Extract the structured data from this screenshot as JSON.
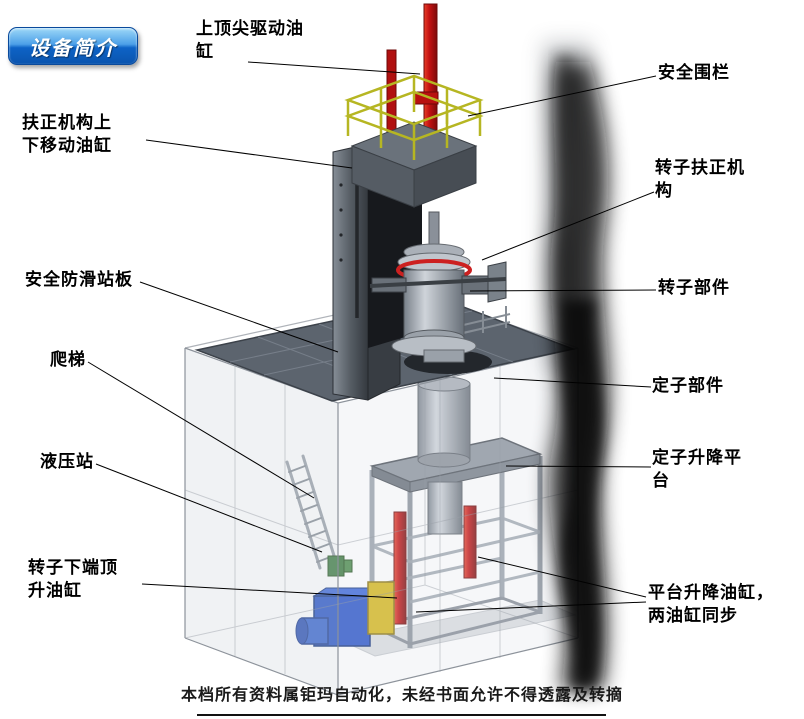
{
  "slide": {
    "title_badge": "设备简介",
    "footer": "本档所有资料属钜玛自动化，未经书面允许不得透露及转摘"
  },
  "labels": {
    "top_drive_cylinder": "上顶尖驱动油\n缸",
    "safety_fence": "安全围栏",
    "centering_updown_cylinder": "扶正机构上\n下移动油缸",
    "rotor_centering_mechanism": "转子扶正机\n构",
    "antislip_platform": "安全防滑站板",
    "rotor_component": "转子部件",
    "ladder": "爬梯",
    "stator_component": "定子部件",
    "hydraulic_station": "液压站",
    "stator_lift_platform": "定子升降平\n台",
    "rotor_bottom_jack_cylinder": "转子下端顶\n升油缸",
    "platform_lift_cylinder": "平台升降油缸，\n两油缸同步"
  },
  "colors": {
    "badge_blue": "#0e63c6",
    "cylinder_red": "#c41212",
    "railing_yellow": "#b6b622",
    "hydraulic_blue": "#2853c8",
    "hydraulic_yellow": "#d6b71a",
    "platform_gray": "#5c646e"
  }
}
